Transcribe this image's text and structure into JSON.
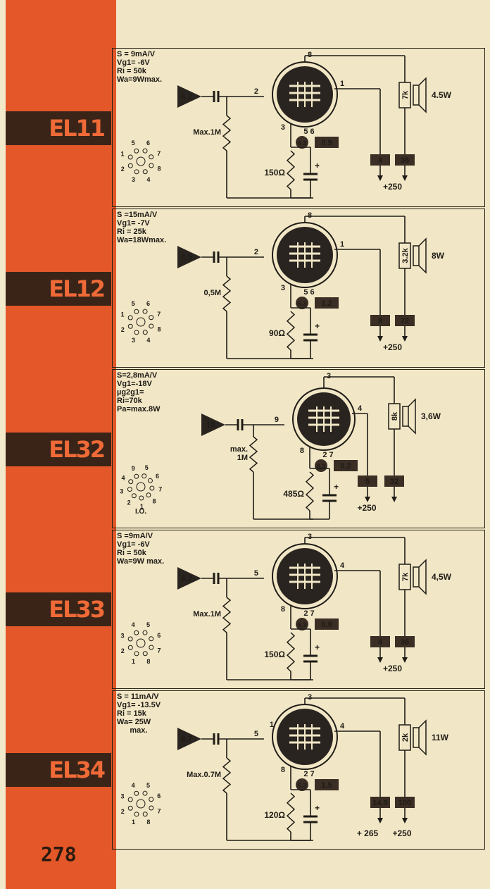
{
  "page_number": "278",
  "colors": {
    "sidebar": "#e35728",
    "label_bg": "#3a2418",
    "label_text": "#ef6a37",
    "paper": "#f1e7c6",
    "ink": "#1f1b16"
  },
  "tubes": [
    {
      "name": "EL11",
      "specs": [
        "S = 9mA/V",
        "Vg1= -6V",
        "Ri = 50k",
        "Wa=9Wmax."
      ],
      "input_drive": "4.2",
      "grid_pin": "2",
      "anode_pin": "8",
      "screen_pin": "1",
      "cathode_pin": "3",
      "heater_pins": "5 6",
      "heater_voltage": "6.3",
      "heater_current": "0.9",
      "grid_leak": "Max.1M",
      "cathode_resistor": "150Ω",
      "screen_current": "4",
      "anode_current": "36",
      "load": "7k",
      "output_power": "4.5W",
      "supply": "+250",
      "socket_pins": [
        "5",
        "6",
        "7",
        "8",
        "4",
        "3",
        "2",
        "1"
      ]
    },
    {
      "name": "EL12",
      "specs": [
        "S =15mA/V",
        "Vg1= -7V",
        "Ri = 25k",
        "Wa=18Wmax."
      ],
      "input_drive": "4.5",
      "grid_pin": "2",
      "anode_pin": "8",
      "screen_pin": "1",
      "cathode_pin": "3",
      "heater_pins": "5 6",
      "heater_voltage": "6.3",
      "heater_current": "1.2",
      "grid_leak": "0,5M",
      "cathode_resistor": "90Ω",
      "screen_current": "8",
      "anode_current": "72",
      "load": "3.2k",
      "output_power": "8W",
      "supply": "+250",
      "socket_pins": [
        "5",
        "6",
        "7",
        "8",
        "4",
        "3",
        "2",
        "1"
      ]
    },
    {
      "name": "EL32",
      "specs": [
        "S=2,8mA/V",
        "Vg1=-18V",
        "µg2g1=",
        "Ri=70k",
        "Pa=max.8W"
      ],
      "input_drive": "10",
      "grid_pin": "9",
      "anode_pin": "3",
      "screen_pin": "4",
      "cathode_pin": "8",
      "heater_pins": "2 7",
      "heater_voltage": "6,3",
      "heater_current": "0,2",
      "grid_leak": "max.\n1M",
      "cathode_resistor": "485Ω",
      "screen_current": "5",
      "anode_current": "32",
      "load": "8k",
      "output_power": "3,6W",
      "supply": "+250",
      "socket_pins": [
        "9",
        "5",
        "6",
        "7",
        "8",
        "1",
        "2",
        "3",
        "4"
      ],
      "socket_caption": "I.O."
    },
    {
      "name": "EL33",
      "specs": [
        "S =9mA/V",
        "Vg1= -6V",
        "Ri = 50k",
        "Wa=9W max."
      ],
      "input_drive": "4.2",
      "grid_pin": "5",
      "anode_pin": "3",
      "screen_pin": "4",
      "cathode_pin": "8",
      "heater_pins": "2 7",
      "heater_voltage": "6.3",
      "heater_current": "0.9",
      "grid_leak": "Max.1M",
      "cathode_resistor": "150Ω",
      "screen_current": "4",
      "anode_current": "36",
      "load": "7k",
      "output_power": "4,5W",
      "supply": "+250",
      "socket_pins": [
        "4",
        "5",
        "6",
        "7",
        "8",
        "1",
        "2",
        "3"
      ]
    },
    {
      "name": "EL34",
      "specs": [
        "S = 11mA/V",
        "Vg1= -13.5V",
        "Ri = 15k",
        "Wa= 25W",
        "      max."
      ],
      "input_drive": "8.7",
      "grid_pin": "5",
      "anode_pin": "3",
      "screen_pin": "4",
      "cathode_pin": "8",
      "heater_pins": "2 7",
      "suppressor_pin": "1",
      "heater_voltage": "6.3",
      "heater_current": "1.5",
      "grid_leak": "Max.0.7M",
      "cathode_resistor": "120Ω",
      "screen_current": "14.9",
      "anode_current": "100",
      "load": "2k",
      "output_power": "11W",
      "supply": "+250",
      "screen_supply": "+ 265",
      "socket_pins": [
        "4",
        "5",
        "6",
        "7",
        "8",
        "1",
        "2",
        "3"
      ]
    }
  ]
}
